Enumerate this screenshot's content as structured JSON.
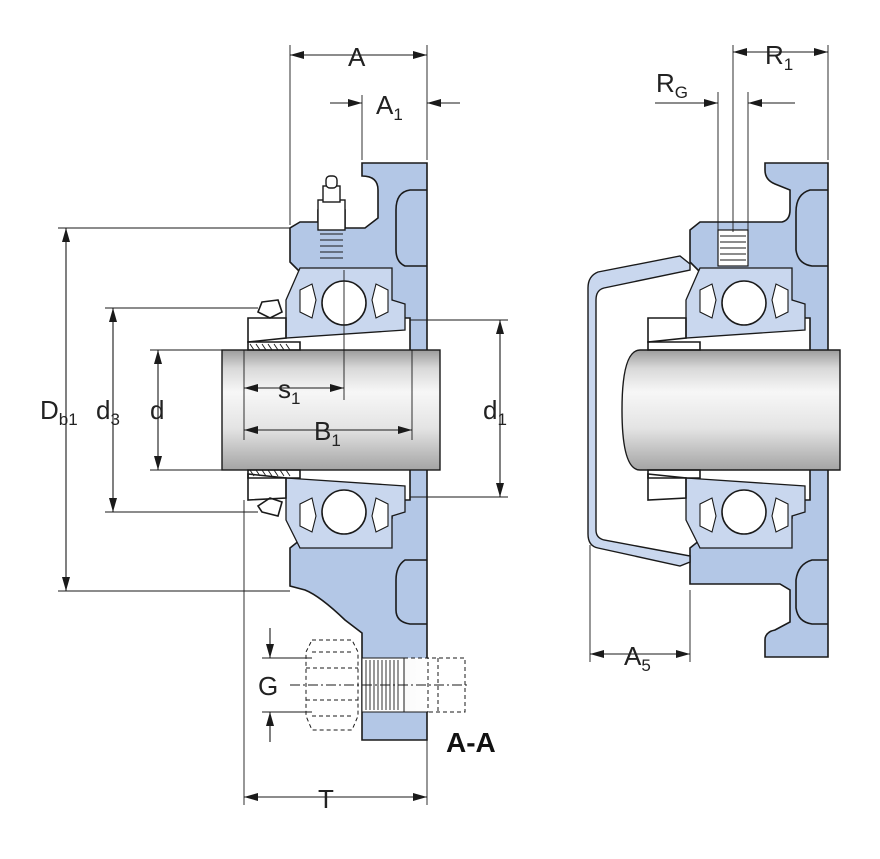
{
  "section_label": "A-A",
  "dimensions": {
    "A": {
      "main": "A",
      "sub": ""
    },
    "A1": {
      "main": "A",
      "sub": "1"
    },
    "Db1": {
      "main": "D",
      "sub": "b1"
    },
    "d3": {
      "main": "d",
      "sub": "3"
    },
    "d": {
      "main": "d",
      "sub": ""
    },
    "s1": {
      "main": "s",
      "sub": "1"
    },
    "B1": {
      "main": "B",
      "sub": "1"
    },
    "d1": {
      "main": "d",
      "sub": "1"
    },
    "G": {
      "main": "G",
      "sub": ""
    },
    "T": {
      "main": "T",
      "sub": ""
    },
    "RG": {
      "main": "R",
      "sub": "G"
    },
    "R1": {
      "main": "R",
      "sub": "1"
    },
    "A5": {
      "main": "A",
      "sub": "5"
    }
  },
  "colors": {
    "housing": "#b3c7e6",
    "insert": "#c9d7ee",
    "shaft_light": "#f4f4f4",
    "shaft_dark": "#a8a8a8",
    "lines": "#1a1a1a"
  }
}
